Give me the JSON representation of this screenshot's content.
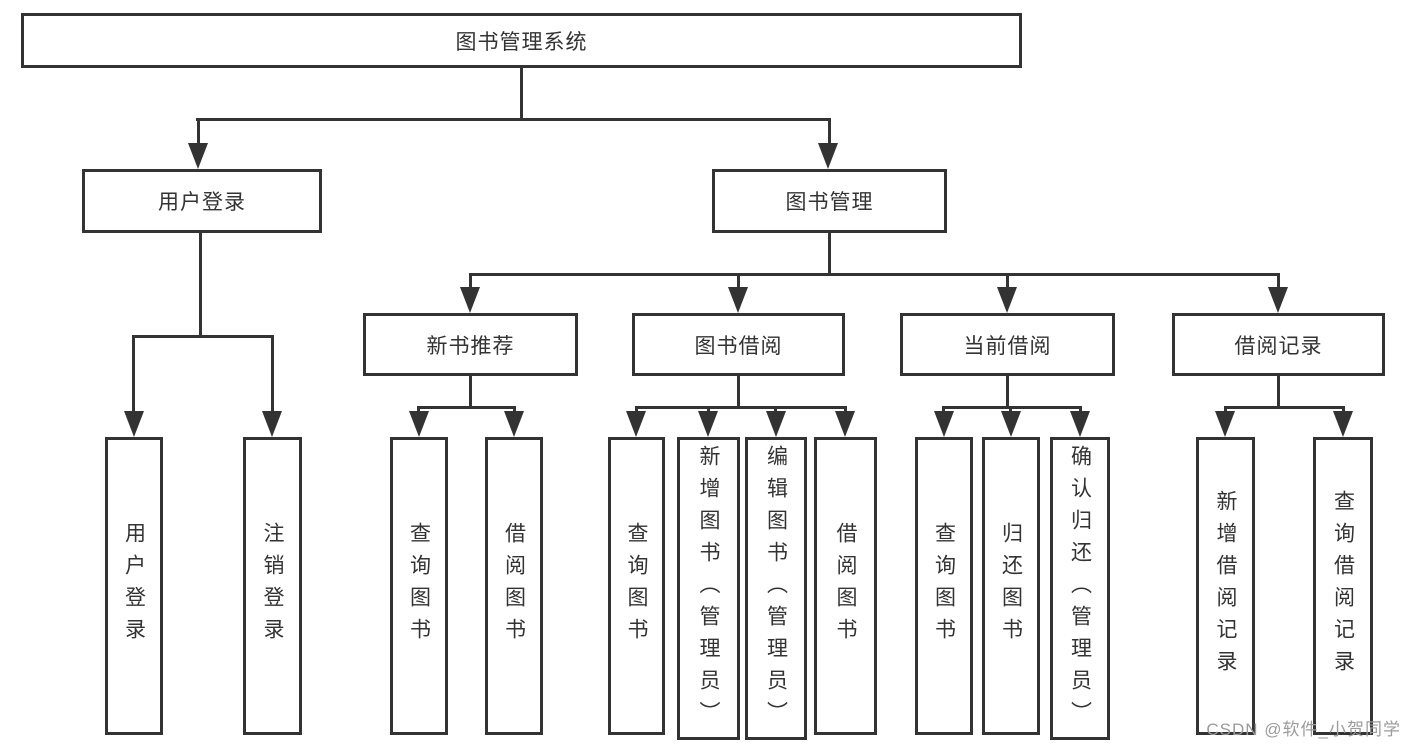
{
  "tree": {
    "root": {
      "label": "图书管理系统"
    },
    "login": {
      "label": "用户登录",
      "children": [
        {
          "label": "用户登录"
        },
        {
          "label": "注销登录"
        }
      ]
    },
    "mgmt": {
      "label": "图书管理",
      "children": [
        {
          "label": "新书推荐",
          "children": [
            {
              "label": "查询图书"
            },
            {
              "label": "借阅图书"
            }
          ]
        },
        {
          "label": "图书借阅",
          "children": [
            {
              "label": "查询图书"
            },
            {
              "label": "新增图书（管理员）"
            },
            {
              "label": "编辑图书（管理员）"
            },
            {
              "label": "借阅图书"
            }
          ]
        },
        {
          "label": "当前借阅",
          "children": [
            {
              "label": "查询图书"
            },
            {
              "label": "归还图书"
            },
            {
              "label": "确认归还（管理员）"
            }
          ]
        },
        {
          "label": "借阅记录",
          "children": [
            {
              "label": "新增借阅记录"
            },
            {
              "label": "查询借阅记录"
            }
          ]
        }
      ]
    }
  },
  "watermark": {
    "text": "CSDN @软件_小贺同学",
    "color": "#9b9b9b"
  },
  "colors": {
    "line": "#333333",
    "border": "#333333",
    "text": "#333333",
    "background": "#ffffff"
  }
}
